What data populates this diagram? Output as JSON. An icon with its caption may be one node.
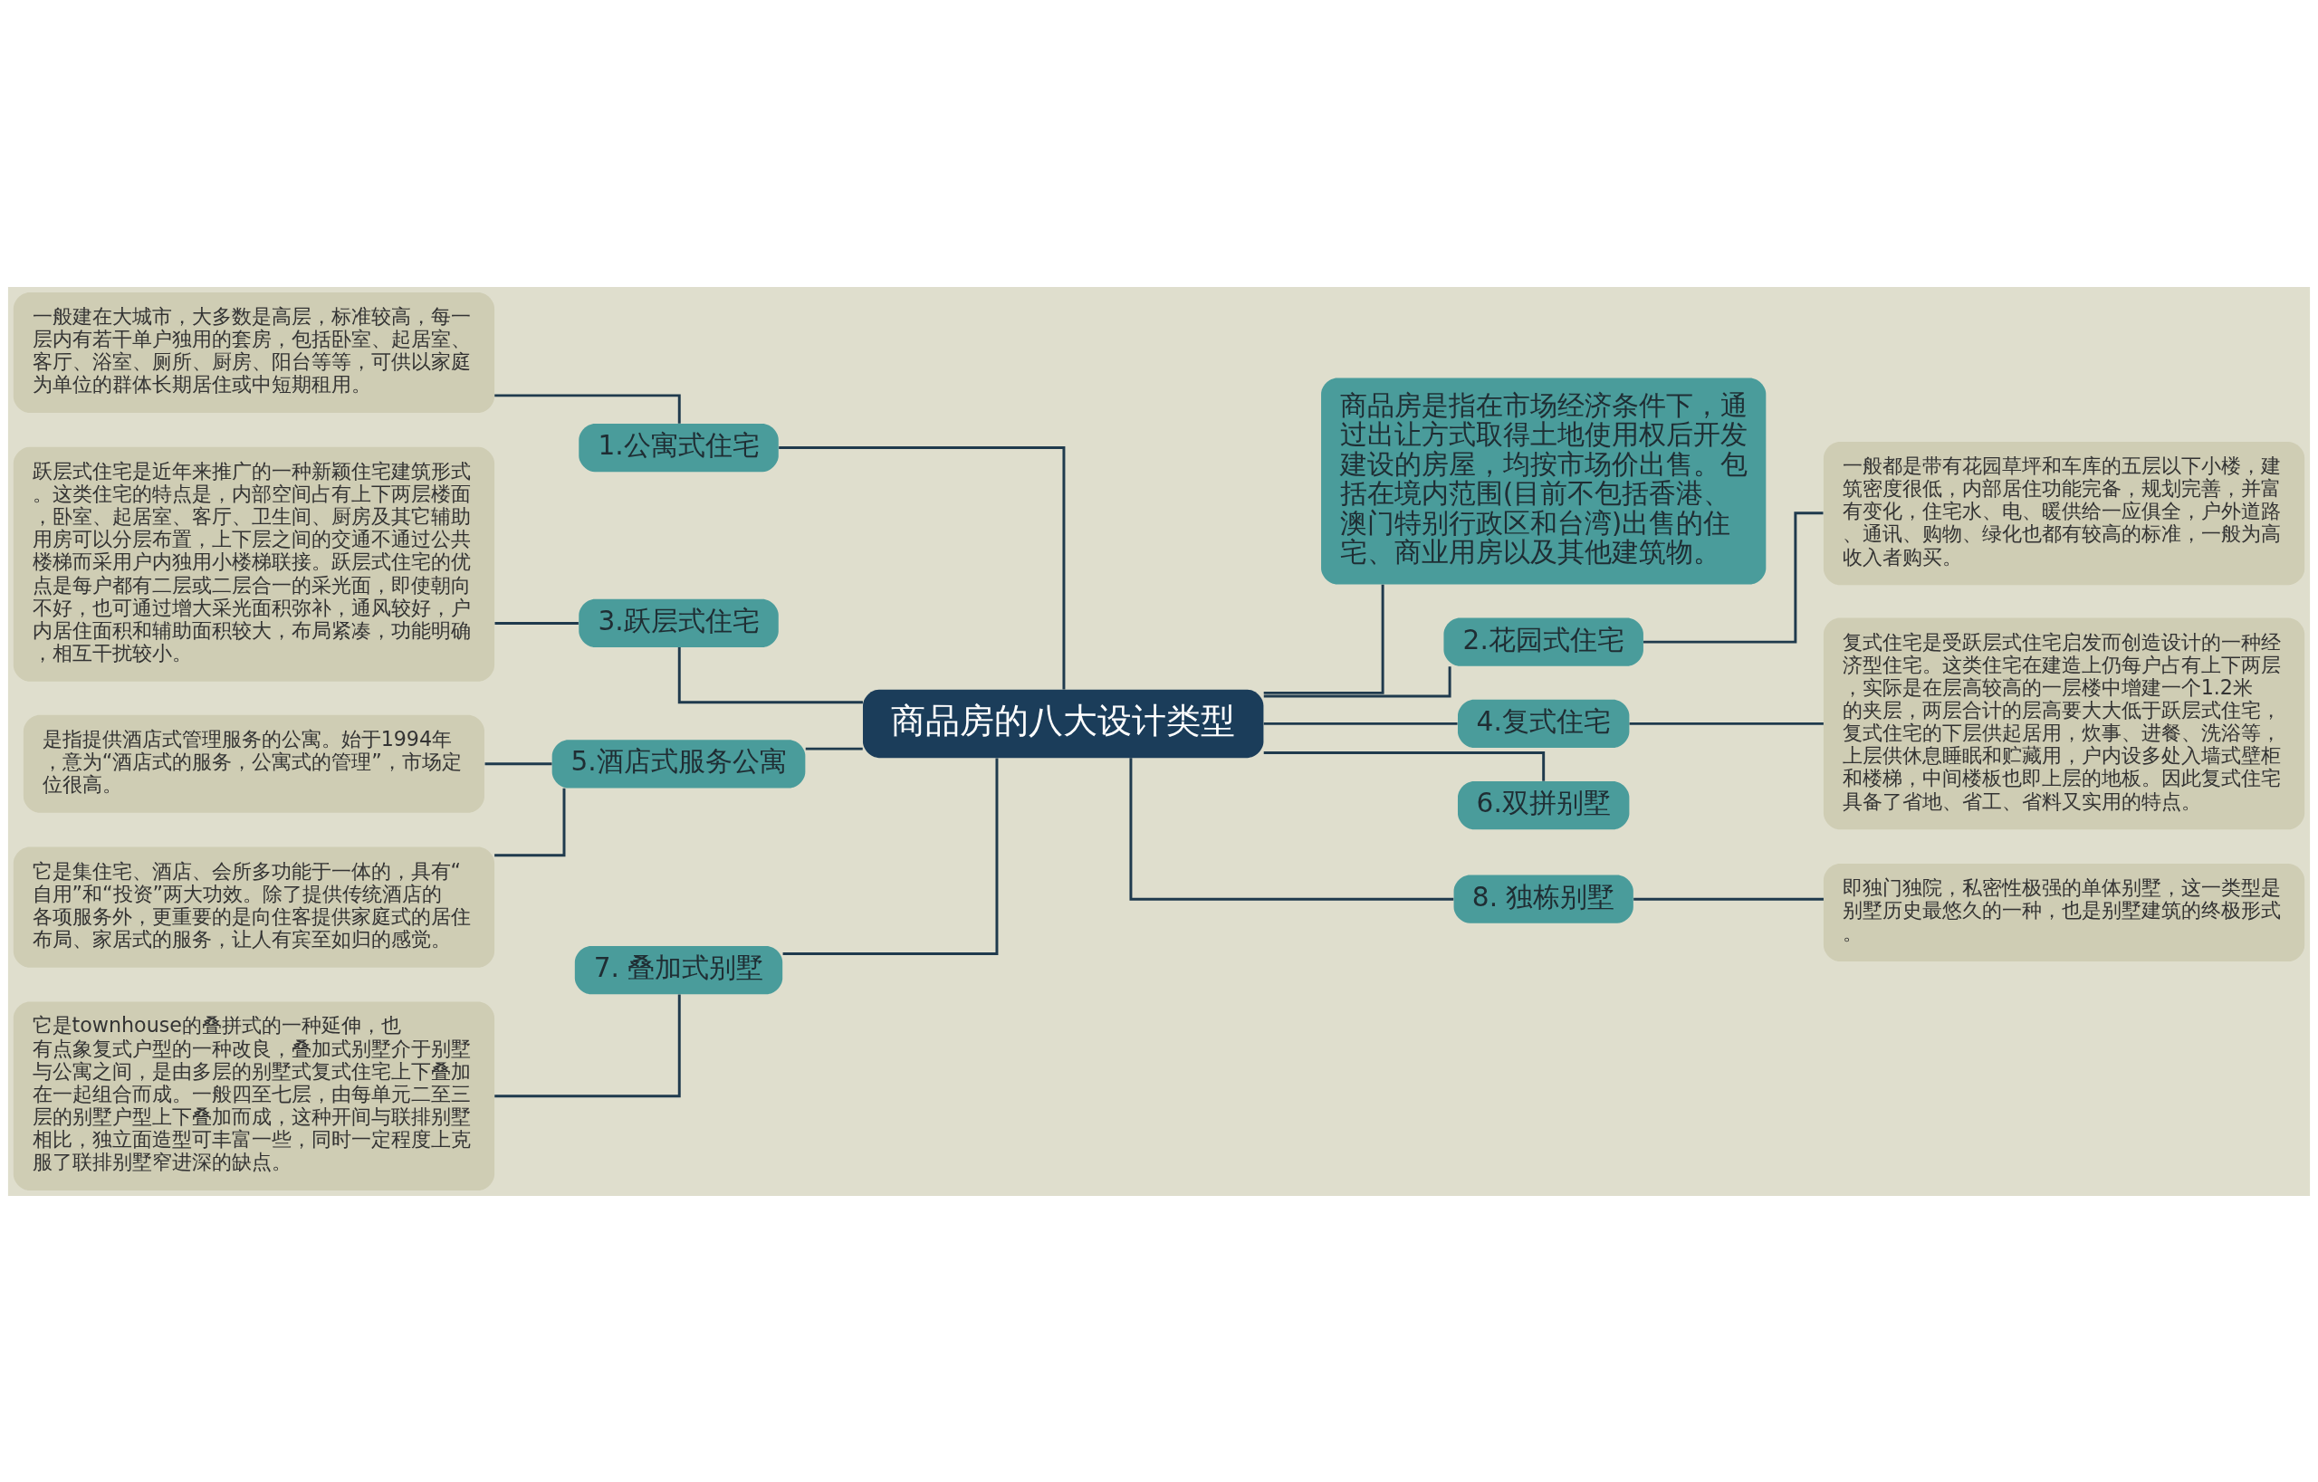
{
  "diagram": {
    "nodes": [
      {
        "text": [
          "商品房的八大设计类型"
        ]
      },
      {
        "text": [
          "1.公寓式住宅"
        ]
      },
      {
        "text": [
          "一般建在大城市，大多数是高层，标准较高，每一层内有若干单户独用的套房，包括卧室、起居室、客厅、浴室、厕所、厨房、阳台等等，可供以家庭为单位的群体长期居住或中短期租用。"
        ]
      },
      {
        "text": [
          "3.跃层式住宅"
        ]
      },
      {
        "text": [
          "跃层式住宅是近年来推广的一种新颖住宅建筑形式。这类住宅的特点是，内部空间占有上下两层楼面，卧室、起居室、客厅、卫生间、厨房及其它辅助用房可以分层布置，上下层之间的交通不通过公共楼梯而采用户内独用小楼梯联接。跃层式住宅的优点是每户都有二层或二层合一的采光面，即使朝向不好，也可通过增大采光面积弥补，通风较好，户内居住面积和辅助面积较大，布局紧凑，功能明确，相互干扰较小。"
        ]
      },
      {
        "text": [
          "5.酒店式服务公寓"
        ]
      },
      {
        "text": [
          "是指提供酒店式管理服务的公寓。始于1994年，意为“酒店式的服务，公寓式的管理”，市场定位很高。"
        ]
      },
      {
        "text": [
          "它是集住宅、酒店、会所多功能于一体的，具有“自用”和“投资”两大功效。除了提供传统酒店的各项服务外，更重要的是向住客提供家庭式的居住布局、家居式的服务，让人有宾至如归的感觉。"
        ]
      },
      {
        "text": [
          "7. 叠加式别墅"
        ]
      },
      {
        "text": [
          "它是townhouse的叠拼式的一种延伸，也有点象复式户型的一种改良，叠加式别墅介于别墅与公寓之间，是由多层的别墅式复式住宅上下叠加在一起组合而成。一般四至七层，由每单元二至三层的别墅户型上下叠加而成，这种开间与联排别墅相比，独立面造型可丰富一些，同时一定程度上克服了联排别墅窄进深的缺点。"
        ]
      },
      {
        "text": [
          "商品房是指在市场经济条件下，通过出让方式取得土地使用权后开发建设的房屋，均按市场价出售。包括在境内范围(目前不包括香港、澳门特别行政区和台湾)出售的住宅、商业用房以及其他建筑物。"
        ]
      },
      {
        "text": [
          "2.花园式住宅"
        ]
      },
      {
        "text": [
          "一般都是带有花园草坪和车库的五层以下小楼，建筑密度很低，内部居住功能完备，规划完善，并富有变化，住宅水、电、暖供给一应俱全，户外道路、通讯、购物、绿化也都有较高的标准，一般为高收入者购买。"
        ]
      },
      {
        "text": [
          "4.复式住宅"
        ]
      },
      {
        "text": [
          "复式住宅是受跃层式住宅启发而创造设计的一种经济型住宅。这类住宅在建造上仍每户占有上下两层，实际是在层高较高的一层楼中增建一个1.2米的夹层，两层合计的层高要大大低于跃层式住宅，复式住宅的下层供起居用，炊事、进餐、洗浴等，上层供休息睡眠和贮藏用，户内设多处入墙式壁柜和楼梯，中间楼板也即上层的地板。因此复式住宅具备了省地、省工、省料又实用的特点。"
        ]
      },
      {
        "text": [
          "6.双拼别墅"
        ]
      },
      {
        "text": [
          "8. 独栋别墅"
        ]
      },
      {
        "text": [
          "即独门独院，私密性极强的单体别墅，这一类型是别墅历史最悠久的一种，也是别墅建筑的终极形式。"
        ]
      }
    ],
    "edges": [
      {
        "from": 0,
        "to": 1,
        "arrow": "none"
      },
      {
        "from": 1,
        "to": 2,
        "arrow": "none"
      },
      {
        "from": 0,
        "to": 3,
        "arrow": "none"
      },
      {
        "from": 3,
        "to": 4,
        "arrow": "none"
      },
      {
        "from": 0,
        "to": 5,
        "arrow": "none"
      },
      {
        "from": 5,
        "to": 6,
        "arrow": "none"
      },
      {
        "from": 5,
        "to": 7,
        "arrow": "none"
      },
      {
        "from": 0,
        "to": 8,
        "arrow": "none"
      },
      {
        "from": 8,
        "to": 9,
        "arrow": "none"
      },
      {
        "from": 0,
        "to": 10,
        "arrow": "none"
      },
      {
        "from": 0,
        "to": 11,
        "arrow": "none"
      },
      {
        "from": 11,
        "to": 12,
        "arrow": "none"
      },
      {
        "from": 0,
        "to": 13,
        "arrow": "none"
      },
      {
        "from": 13,
        "to": 14,
        "arrow": "none"
      },
      {
        "from": 0,
        "to": 15,
        "arrow": "none"
      },
      {
        "from": 0,
        "to": 16,
        "arrow": "none"
      },
      {
        "from": 16,
        "to": 17,
        "arrow": "none"
      }
    ]
  }
}
